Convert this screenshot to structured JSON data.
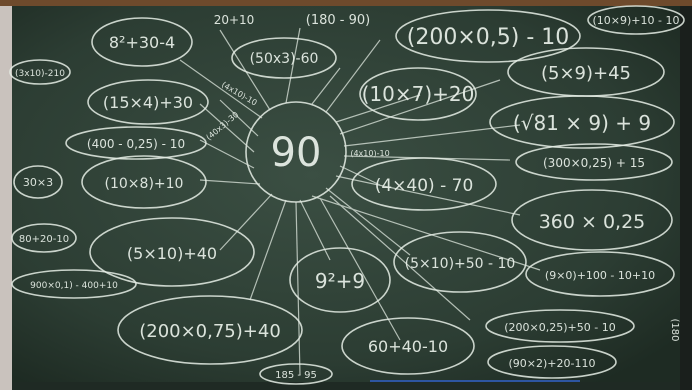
{
  "center": {
    "value": "90"
  },
  "expressions": {
    "e1": "8²+30-4",
    "e2": "20+10",
    "e3": "(180 - 90)",
    "e4": "(200×0,5) - 10",
    "e5": "(10×9)+10 - 10",
    "e6": "(3x10)-210",
    "e7": "(50x3)-60",
    "e8": "(15×4)+30",
    "e9": "(10×7)+20",
    "e10": "(5×9)+45",
    "e11": "(400 - 0,25) - 10",
    "e12": "(√81 × 9) + 9",
    "e13": "(300×0,25) + 15",
    "e14": "(4×40) - 70",
    "e15": "30×3",
    "e16": "(10×8)+10",
    "e17": "360 × 0,25",
    "e18": "80+20-10",
    "e19": "(5×10)+40",
    "e20": "(5×10)+50 - 10",
    "e21": "9²+9",
    "e22": "(9×0)+100 - 10+10",
    "e23": "900×0,1) - 400+10",
    "e24": "(200×0,75)+40",
    "e25": "(200×0,25)+50 - 10",
    "e26": "60+40-10",
    "e27": "(90×2)+20-110",
    "e28": "185 - 95",
    "e29": "(180",
    "e30": "(4x10)-10",
    "e31": "(4x10)-10",
    "e32": "(40x3)-30"
  }
}
